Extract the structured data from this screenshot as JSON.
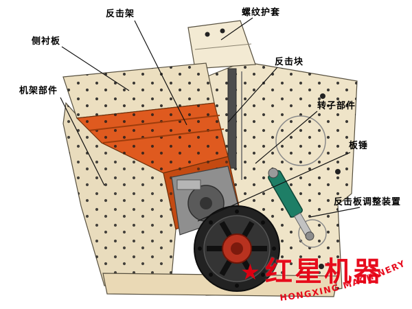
{
  "diagram": {
    "title_hint": "impact-crusher-cutaway",
    "labels": [
      {
        "text": "反击架"
      },
      {
        "text": "螺纹护套"
      },
      {
        "text": "侧衬板"
      },
      {
        "text": "反击块"
      },
      {
        "text": "机架部件"
      },
      {
        "text": "转子部件"
      },
      {
        "text": "板锤"
      },
      {
        "text": "反击板调整装置"
      }
    ]
  },
  "watermark": {
    "star": "★",
    "brand": "红星机器",
    "brand_en": "HONGXING MACHINERY"
  },
  "colors": {
    "body_cream": "#efe4c8",
    "body_cream_light": "#f3ead3",
    "lining_orange": "#df5a1f",
    "lining_orange_dark": "#c44a12",
    "rotor_gray": "#8f8f8f",
    "wheel_dark": "#2a2a2a",
    "hub_red": "#b8321f",
    "cylinder_teal": "#1e7e66",
    "brand_red": "#e60012"
  }
}
